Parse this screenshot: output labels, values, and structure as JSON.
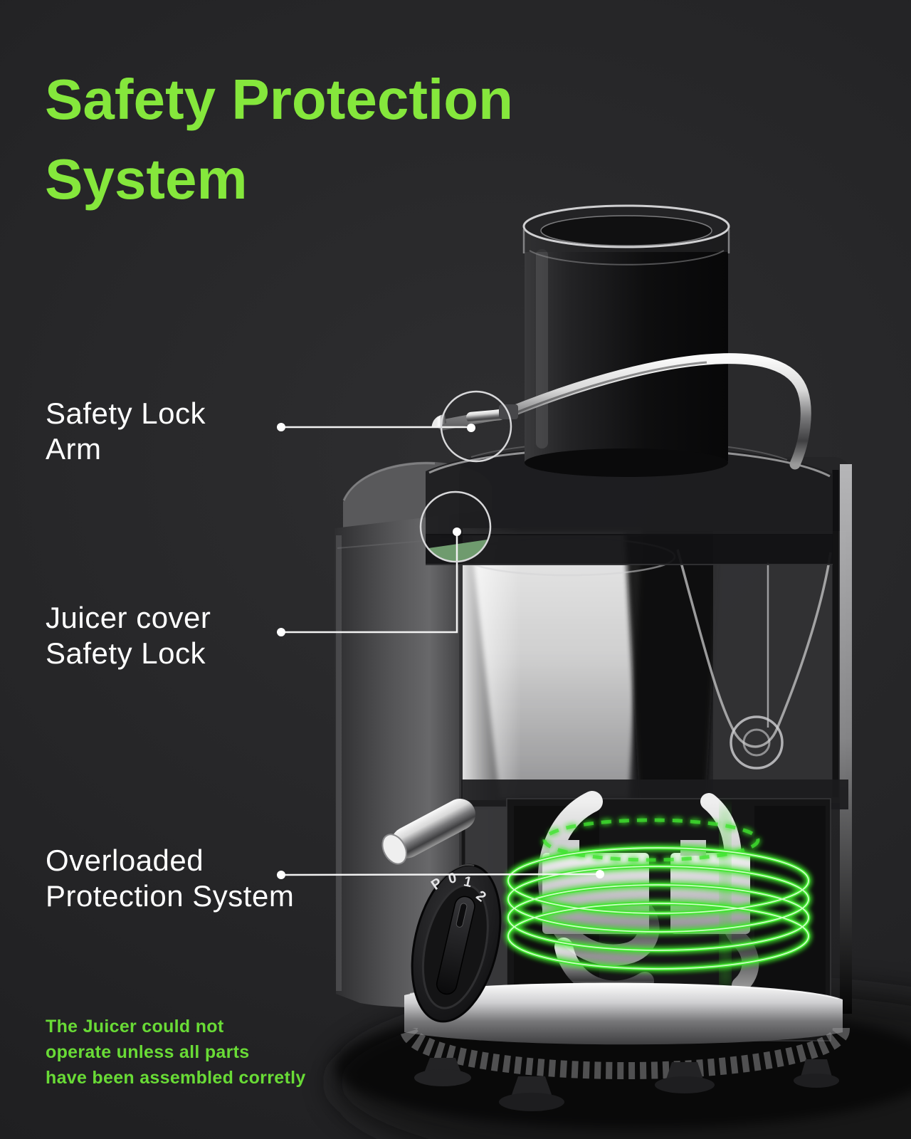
{
  "title": {
    "line1": "Safety Protection",
    "line2": "System"
  },
  "callouts": [
    {
      "line1": "Safety Lock",
      "line2": "Arm"
    },
    {
      "line1": "Juicer cover",
      "line2": "Safety Lock"
    },
    {
      "line1": "Overloaded",
      "line2": "Protection System"
    }
  ],
  "footnote": {
    "line1": "The Juicer could not",
    "line2": "operate unless all parts",
    "line3": "have been assembled corretly"
  },
  "dial": {
    "markings": [
      "P",
      "0",
      "1",
      "2"
    ]
  },
  "colors": {
    "accent_green": "#85E73C",
    "footnote_green": "#69DB36",
    "label_white": "#FFFFFF",
    "glow_green": "#3FE42F",
    "background": "#252527"
  }
}
